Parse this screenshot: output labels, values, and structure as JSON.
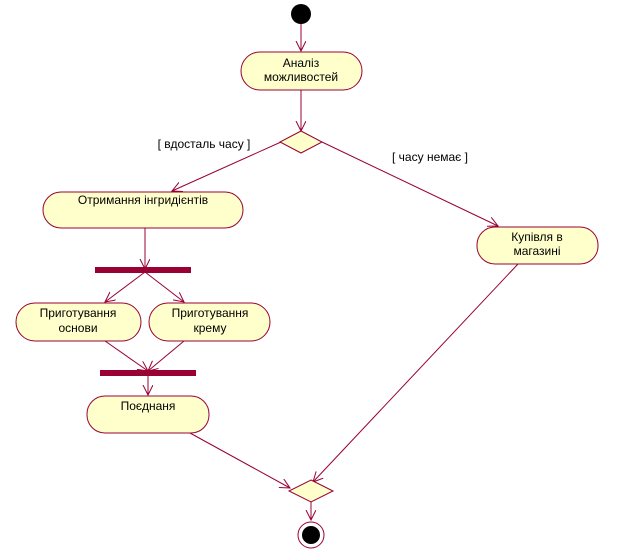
{
  "colors": {
    "activity_fill": "#ffffcc",
    "stroke": "#990033",
    "bar_fill": "#990033",
    "start_fill": "#000000",
    "text": "#000000"
  },
  "activities": {
    "analysis": [
      "Аналіз",
      "можливостей"
    ],
    "get_ingredients": [
      "Отримання інгридієнтів"
    ],
    "buy_in_store": [
      "Купівля в",
      "магазині"
    ],
    "prepare_base": [
      "Приготування",
      "основи"
    ],
    "prepare_cream": [
      "Приготування",
      "крему"
    ],
    "combine": [
      "Поєднаня"
    ]
  },
  "guards": {
    "enough_time": "[ вдосталь часу ]",
    "no_time": "[ часу немає ]"
  }
}
